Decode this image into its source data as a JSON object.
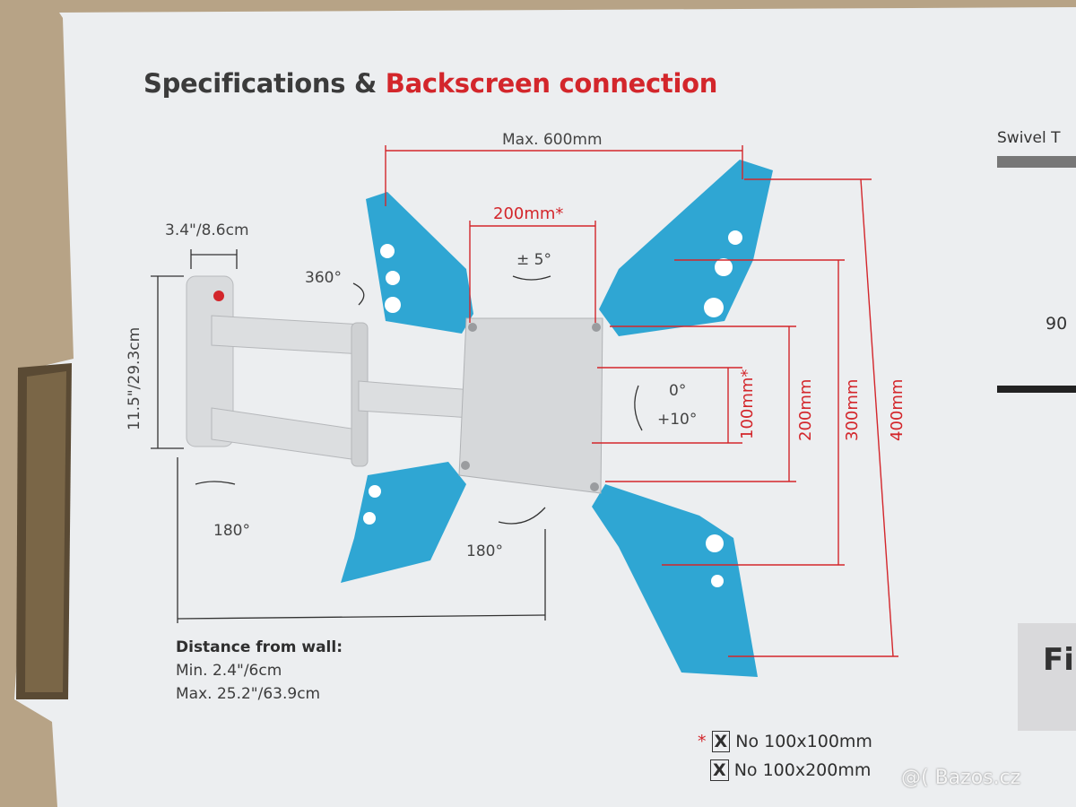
{
  "title": {
    "part1": "Specifications & ",
    "part2": "Backscreen connection"
  },
  "dims": {
    "max_width": "Max. 600mm",
    "vesa_200": "200mm*",
    "tilt_sw": "± 5°",
    "arm_w": "3.4\"/8.6cm",
    "arm_h": "11.5\"/29.3cm",
    "rot_360": "360°",
    "rot_180_left": "180°",
    "rot_180_mid": "180°",
    "tilt_0": "0°",
    "tilt_10": "+10°",
    "h100": "100mm*",
    "h200": "200mm",
    "h300": "300mm",
    "h400": "400mm"
  },
  "distance": {
    "heading": "Distance from wall:",
    "min": "Min. 2.4\"/6cm",
    "max": "Max. 25.2\"/63.9cm"
  },
  "exclusions": {
    "star": "*",
    "mark": "X",
    "item1": "No 100x100mm",
    "item2": "No 100x200mm"
  },
  "side": {
    "swivel": "Swivel T",
    "angle": "90",
    "fi": "Fi"
  },
  "watermark": "@( Bazos.cz",
  "colors": {
    "red": "#d3262b",
    "blue": "#1e9fd0",
    "box": "#ecedef",
    "mount": "#d9dbdd"
  }
}
